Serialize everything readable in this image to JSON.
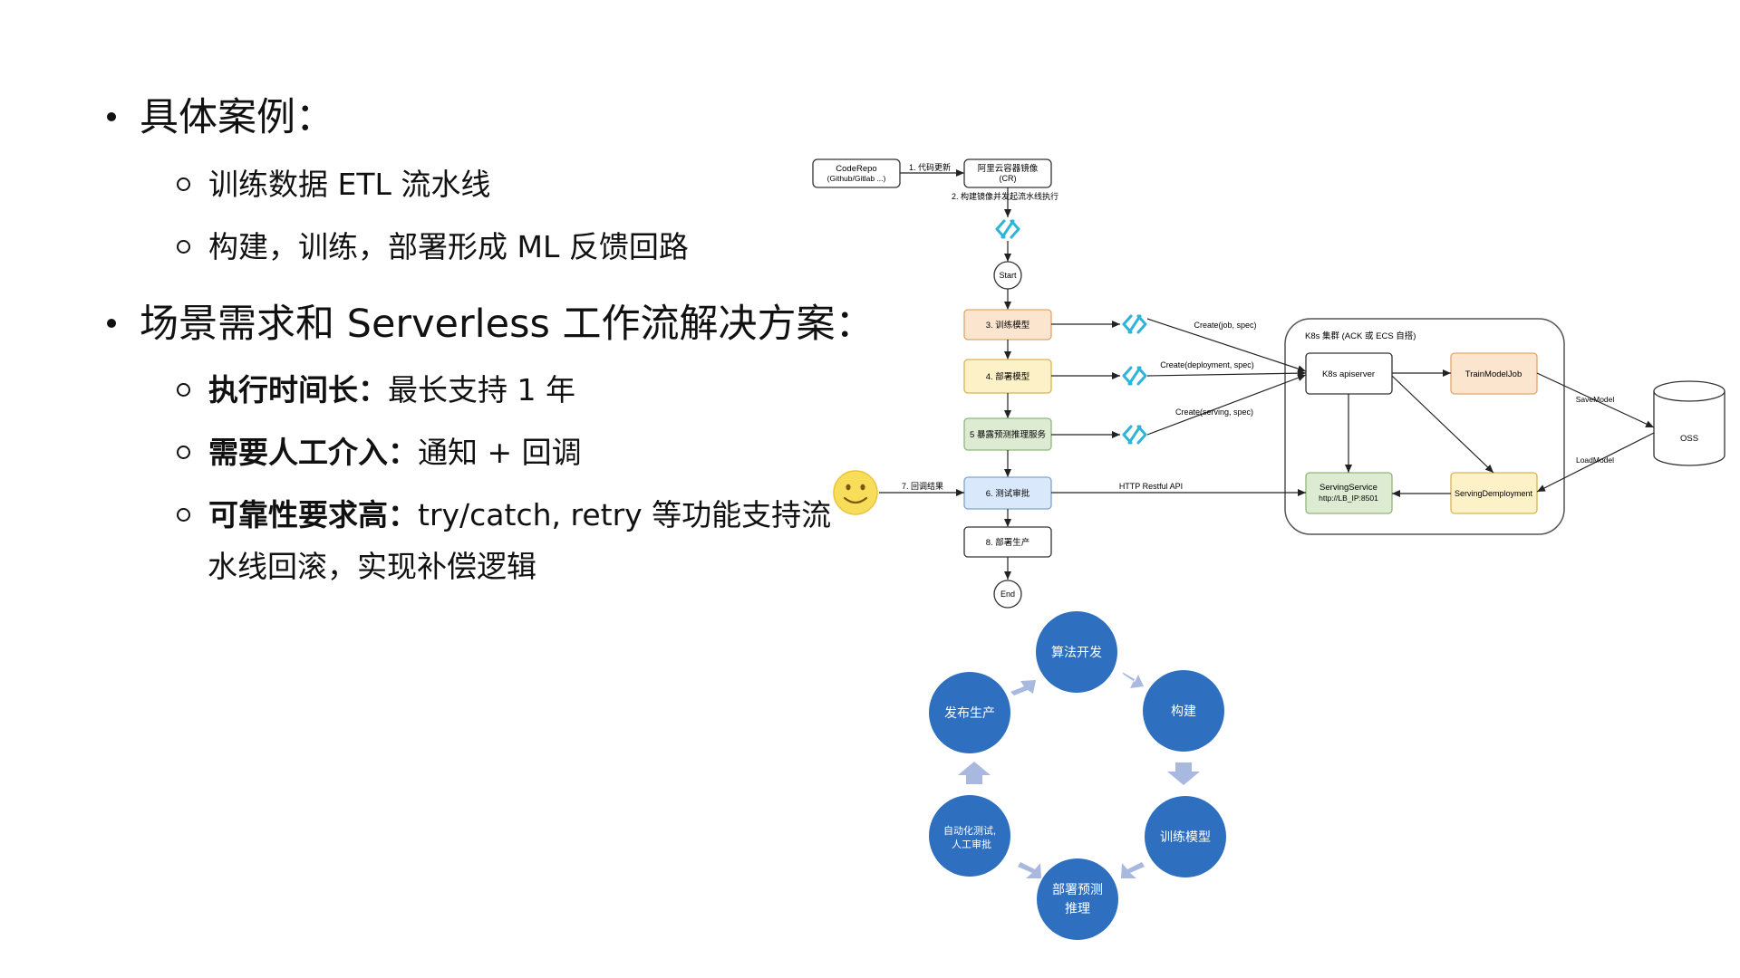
{
  "bullets": {
    "b1": "具体案例：",
    "b1_sub1": "训练数据 ETL 流水线",
    "b1_sub2": "构建，训练，部署形成 ML 反馈回路",
    "b2": "场景需求和 Serverless 工作流解决方案：",
    "b2_sub1_bold": "执行时间长：",
    "b2_sub1_rest": "最长支持 1 年",
    "b2_sub2_bold": "需要人工介入：",
    "b2_sub2_rest": "通知 + 回调",
    "b2_sub3_bold": "可靠性要求高：",
    "b2_sub3_rest": "try/catch, retry 等功能支持流",
    "b2_sub3_cont": "水线回滚，实现补偿逻辑"
  },
  "flow": {
    "coderepo_l1": "CodeRepo",
    "coderepo_l2": "(Github/Gitlab ...)",
    "edge1": "1. 代码更新",
    "cr_l1": "阿里云容器镜像",
    "cr_l2": "(CR)",
    "edge2": "2. 构建镜像并发起流水线执行",
    "start": "Start",
    "step3": "3. 训练模型",
    "step4": "4. 部署模型",
    "step5": "5 暴露预测推理服务",
    "step6": "6. 测试审批",
    "step8": "8. 部署生产",
    "end": "End",
    "edge7": "7. 回调结果",
    "create_job": "Create(job, spec)",
    "create_deploy": "Create(deployment, spec)",
    "create_serving": "Create(serving, spec)",
    "http_api": "HTTP Restful API",
    "cluster_title": "K8s 集群 (ACK 或 ECS 自搭)",
    "apiserver": "K8s apiserver",
    "trainjob": "TrainModelJob",
    "serving_svc_l1": "ServingService",
    "serving_svc_l2": "http://LB_IP:8501",
    "serving_dep": "ServingDemployment",
    "save_model": "SaveModel",
    "load_model": "LoadModel",
    "oss": "OSS"
  },
  "cycle": {
    "n1": "算法开发",
    "n2": "构建",
    "n3": "训练模型",
    "n4_l1": "部署预测",
    "n4_l2": "推理",
    "n5_l1": "自动化测试,",
    "n5_l2": "人工审批",
    "n6": "发布生产"
  },
  "colors": {
    "step3_fill": "#fbe5cf",
    "step3_stroke": "#e0a668",
    "step4_fill": "#fdf1c8",
    "step4_stroke": "#d9b54c",
    "step5_fill": "#dcebd2",
    "step5_stroke": "#8fb77a",
    "step6_fill": "#dae8fb",
    "step6_stroke": "#7fa3cf",
    "cycle_node": "#2e6fc0",
    "cycle_arrow": "#a9b8de",
    "connector_icon": "#2fb4d9"
  }
}
